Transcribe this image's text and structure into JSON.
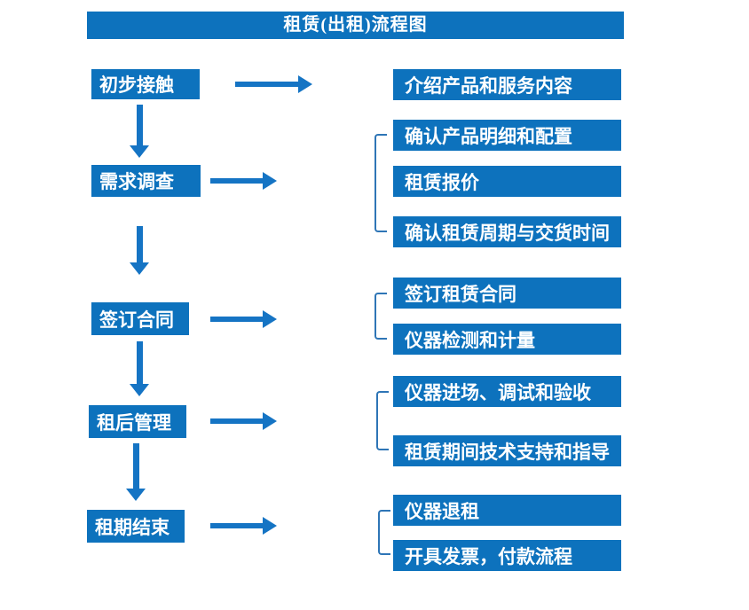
{
  "title": "租赁(出租)流程图",
  "colors": {
    "box_blue": "#0d72bd",
    "arrow_blue": "#1574c4",
    "bracket_blue": "#2e75b6",
    "text_white": "#ffffff",
    "page_bg": "#ffffff"
  },
  "flow": {
    "steps": [
      {
        "label": "初步接触",
        "outputs": [
          "介绍产品和服务内容"
        ]
      },
      {
        "label": "需求调查",
        "outputs": [
          "确认产品明细和配置",
          "租赁报价",
          "确认租赁周期与交货时间"
        ]
      },
      {
        "label": "签订合同",
        "outputs": [
          "签订租赁合同",
          "仪器检测和计量"
        ]
      },
      {
        "label": "租后管理",
        "outputs": [
          "仪器进场、调试和验收",
          "租赁期间技术支持和指导"
        ]
      },
      {
        "label": "租期结束",
        "outputs": [
          "仪器退租",
          "开具发票，付款流程"
        ]
      }
    ]
  }
}
